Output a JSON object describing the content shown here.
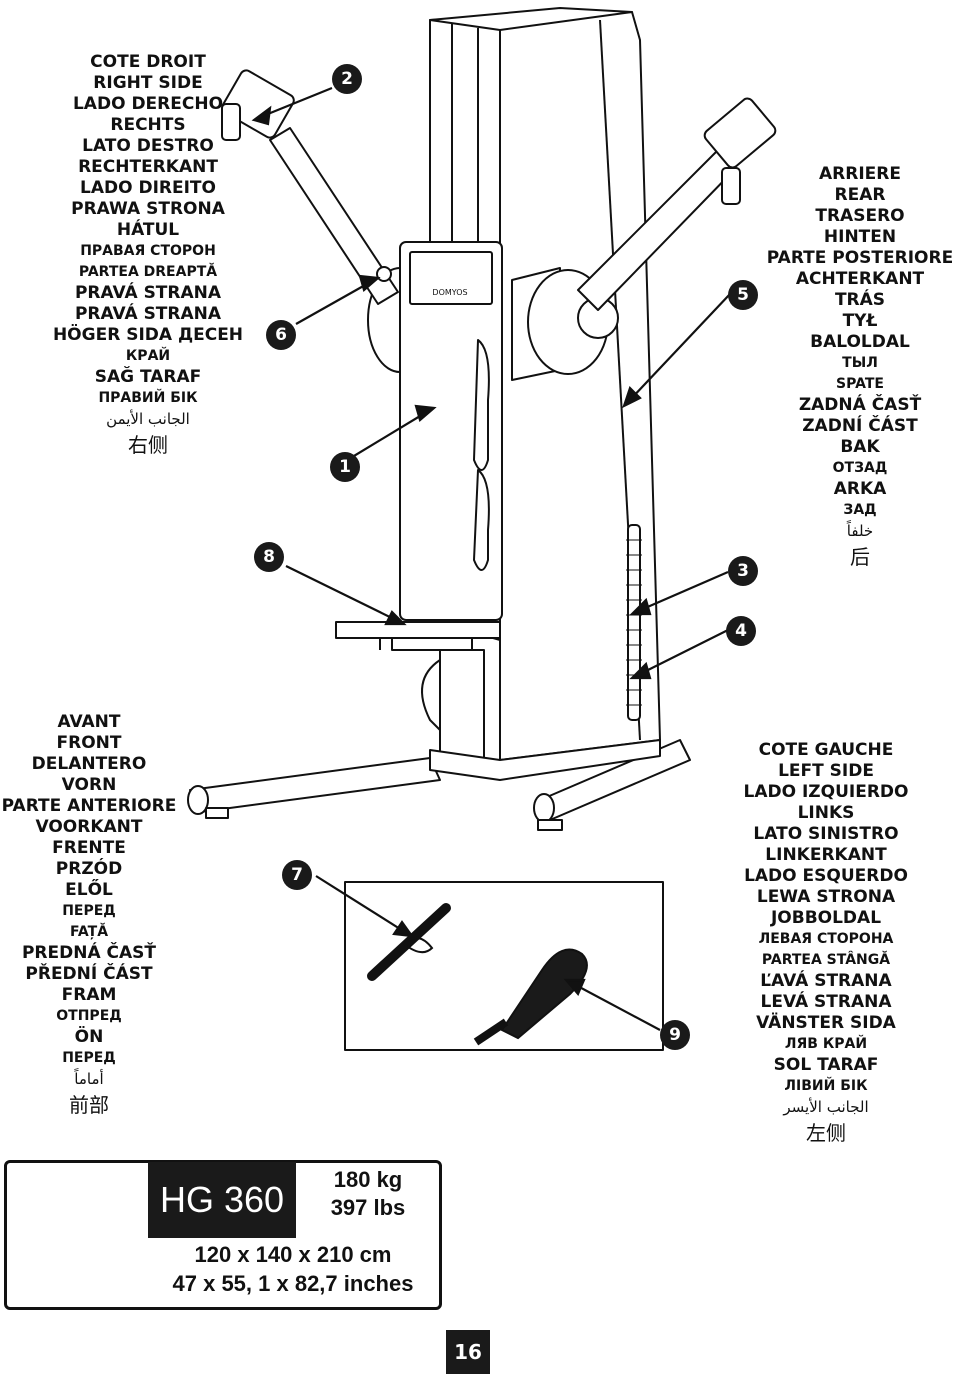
{
  "right_side_labels": [
    "COTE DROIT",
    "RIGHT SIDE",
    "LADO DERECHO",
    "RECHTS",
    "LATO DESTRO",
    "RECHTERKANT",
    "LADO DIREITO",
    "PRAWA STRONA",
    "HÁTUL",
    "ПРАВАЯ СТОРОН",
    "PARTEA DREAPTĂ",
    "PRAVÁ STRANA",
    "PRAVÁ STRANA",
    "HÖGER SIDA ДЕСЕН",
    "КРАЙ",
    "SAĞ TARAF",
    "ПРАВИЙ БІК",
    "الجانب الأيمن",
    "右侧"
  ],
  "rear_labels": [
    "ARRIERE",
    "REAR",
    "TRASERO",
    "HINTEN",
    "PARTE POSTERIORE",
    "ACHTERKANT",
    "TRÁS",
    "TYŁ",
    "BALOLDAL",
    "ТЫЛ",
    "SPATE",
    "ZADNÁ ČASŤ",
    "ZADNÍ ČÁST",
    "BAK",
    "ОТЗАД",
    "ARKA",
    "ЗАД",
    "خلفاً",
    "后"
  ],
  "front_labels": [
    "AVANT",
    "FRONT",
    "DELANTERO",
    "VORN",
    "PARTE ANTERIORE",
    "VOORKANT",
    "FRENTE",
    "PRZÓD",
    "ELŐL",
    "ПЕРЕД",
    "FAȚĂ",
    "PREDNÁ ČASŤ",
    "PŘEDNÍ ČÁST",
    "FRAM",
    "ОТПРЕД",
    "ÖN",
    "ПЕРЕД",
    "أماماً",
    "前部"
  ],
  "left_side_labels": [
    "COTE GAUCHE",
    "LEFT SIDE",
    "LADO IZQUIERDO",
    "LINKS",
    "LATO SINISTRO",
    "LINKERKANT",
    "LADO ESQUERDO",
    "LEWA STRONA",
    "JOBBOLDAL",
    "ЛЕВАЯ СТОРОНА",
    "PARTEA STÂNGĂ",
    "ĽAVÁ STRANA",
    "LEVÁ STRANA",
    "VÄNSTER SIDA",
    "ЛЯВ КРАЙ",
    "SOL TARAF",
    "ЛІВИЙ БІК",
    "الجانب الأيسر",
    "左侧"
  ],
  "callouts": {
    "c1": "1",
    "c2": "2",
    "c3": "3",
    "c4": "4",
    "c5": "5",
    "c6": "6",
    "c7": "7",
    "c8": "8",
    "c9": "9"
  },
  "spec": {
    "model": "HG 360",
    "weight_kg": "180 kg",
    "weight_lbs": "397 lbs",
    "dims_cm": "120 x 140 x 210 cm",
    "dims_in": "47 x 55, 1 x 82,7 inches"
  },
  "page_number": "16",
  "logo_text": "DOMYOS"
}
